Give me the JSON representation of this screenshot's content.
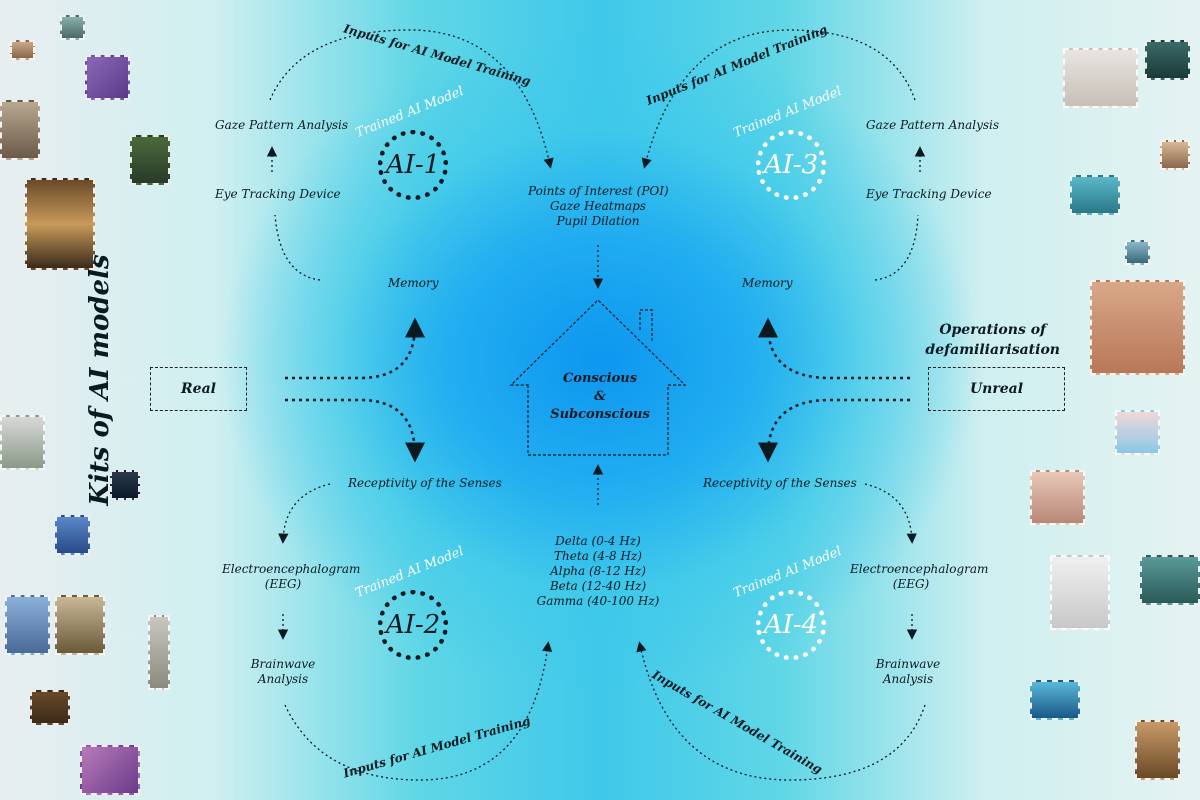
{
  "side_title": "Kits of AI models",
  "operations_label": "Operations of\ndefamiliarisation",
  "real_label": "Real",
  "unreal_label": "Unreal",
  "house": {
    "line1": "Conscious",
    "line2": "&",
    "line3": "Subconscious"
  },
  "inputs_label": "Inputs for AI Model Training",
  "trained_label": "Trained AI Model",
  "ai": {
    "ai1": "AI-1",
    "ai2": "AI-2",
    "ai3": "AI-3",
    "ai4": "AI-4"
  },
  "top": {
    "gaze_analysis": "Gaze Pattern  Analysis",
    "eye_tracking": "Eye Tracking Device",
    "memory": "Memory",
    "poi": "Points of Interest (POI)",
    "heatmaps": "Gaze Heatmaps",
    "pupil": "Pupil Dilation"
  },
  "bottom": {
    "receptivity": "Receptivity of the Senses",
    "eeg1": "Electroencephalogram",
    "eeg2": "(EEG)",
    "brainwave1": "Brainwave",
    "brainwave2": "Analysis",
    "delta": "Delta (0-4 Hz)",
    "theta": "Theta (4-8 Hz)",
    "alpha": "Alpha (8-12 Hz)",
    "beta": "Beta (12-40 Hz)",
    "gamma": "Gamma (40-100 Hz)"
  },
  "colors": {
    "ink": "#0b1a22",
    "core_blue": "#0d96f0",
    "light_teal": "#5fd6e6"
  }
}
